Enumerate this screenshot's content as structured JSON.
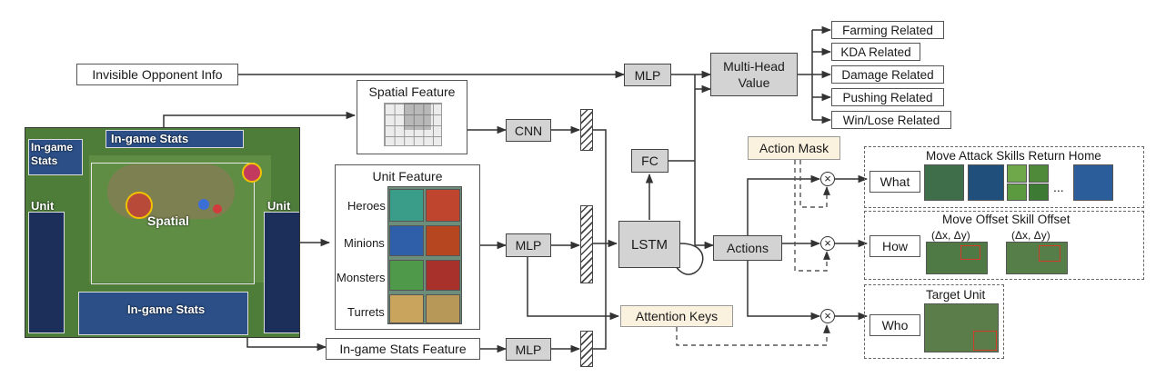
{
  "inputs": {
    "invisible_opponent_info": "Invisible Opponent Info",
    "spatial_feature": "Spatial Feature",
    "unit_feature": {
      "title": "Unit Feature",
      "rows": [
        "Heroes",
        "Minions",
        "Monsters",
        "Turrets"
      ]
    },
    "in_game_stats_feature": "In-game Stats Feature"
  },
  "game_screenshot": {
    "in_game_stats_top": "In-game Stats",
    "in_game_stats_left": "In-game\nStats",
    "spatial": "Spatial",
    "unit_left": "Unit",
    "unit_right": "Unit",
    "in_game_stats_bottom": "In-game Stats"
  },
  "encoders": {
    "cnn": "CNN",
    "mlp_unit": "MLP",
    "mlp_stats": "MLP",
    "mlp_opponent": "MLP"
  },
  "core": {
    "fc": "FC",
    "lstm": "LSTM",
    "actions": "Actions",
    "attention_keys": "Attention Keys",
    "action_mask": "Action Mask"
  },
  "value_head": {
    "title": "Multi-Head\nValue",
    "outputs": [
      "Farming Related",
      "KDA Related",
      "Damage Related",
      "Pushing Related",
      "Win/Lose Related"
    ]
  },
  "action_heads": {
    "what": {
      "label": "What",
      "header": "Move Attack Skills Return Home",
      "ellipsis": "..."
    },
    "how": {
      "label": "How",
      "header": "Move Offset Skill Offset",
      "delta_1": "(Δx, Δy)",
      "delta_2": "(Δx, Δy)"
    },
    "who": {
      "label": "Who",
      "header": "Target Unit"
    }
  },
  "operators": {
    "multiply": "×"
  },
  "colors": {
    "box_grey": "#d3d3d3",
    "box_cream": "#fbf1df",
    "line": "#333333",
    "game_green": "#4e7d3a",
    "game_blue": "#2b4f86"
  }
}
